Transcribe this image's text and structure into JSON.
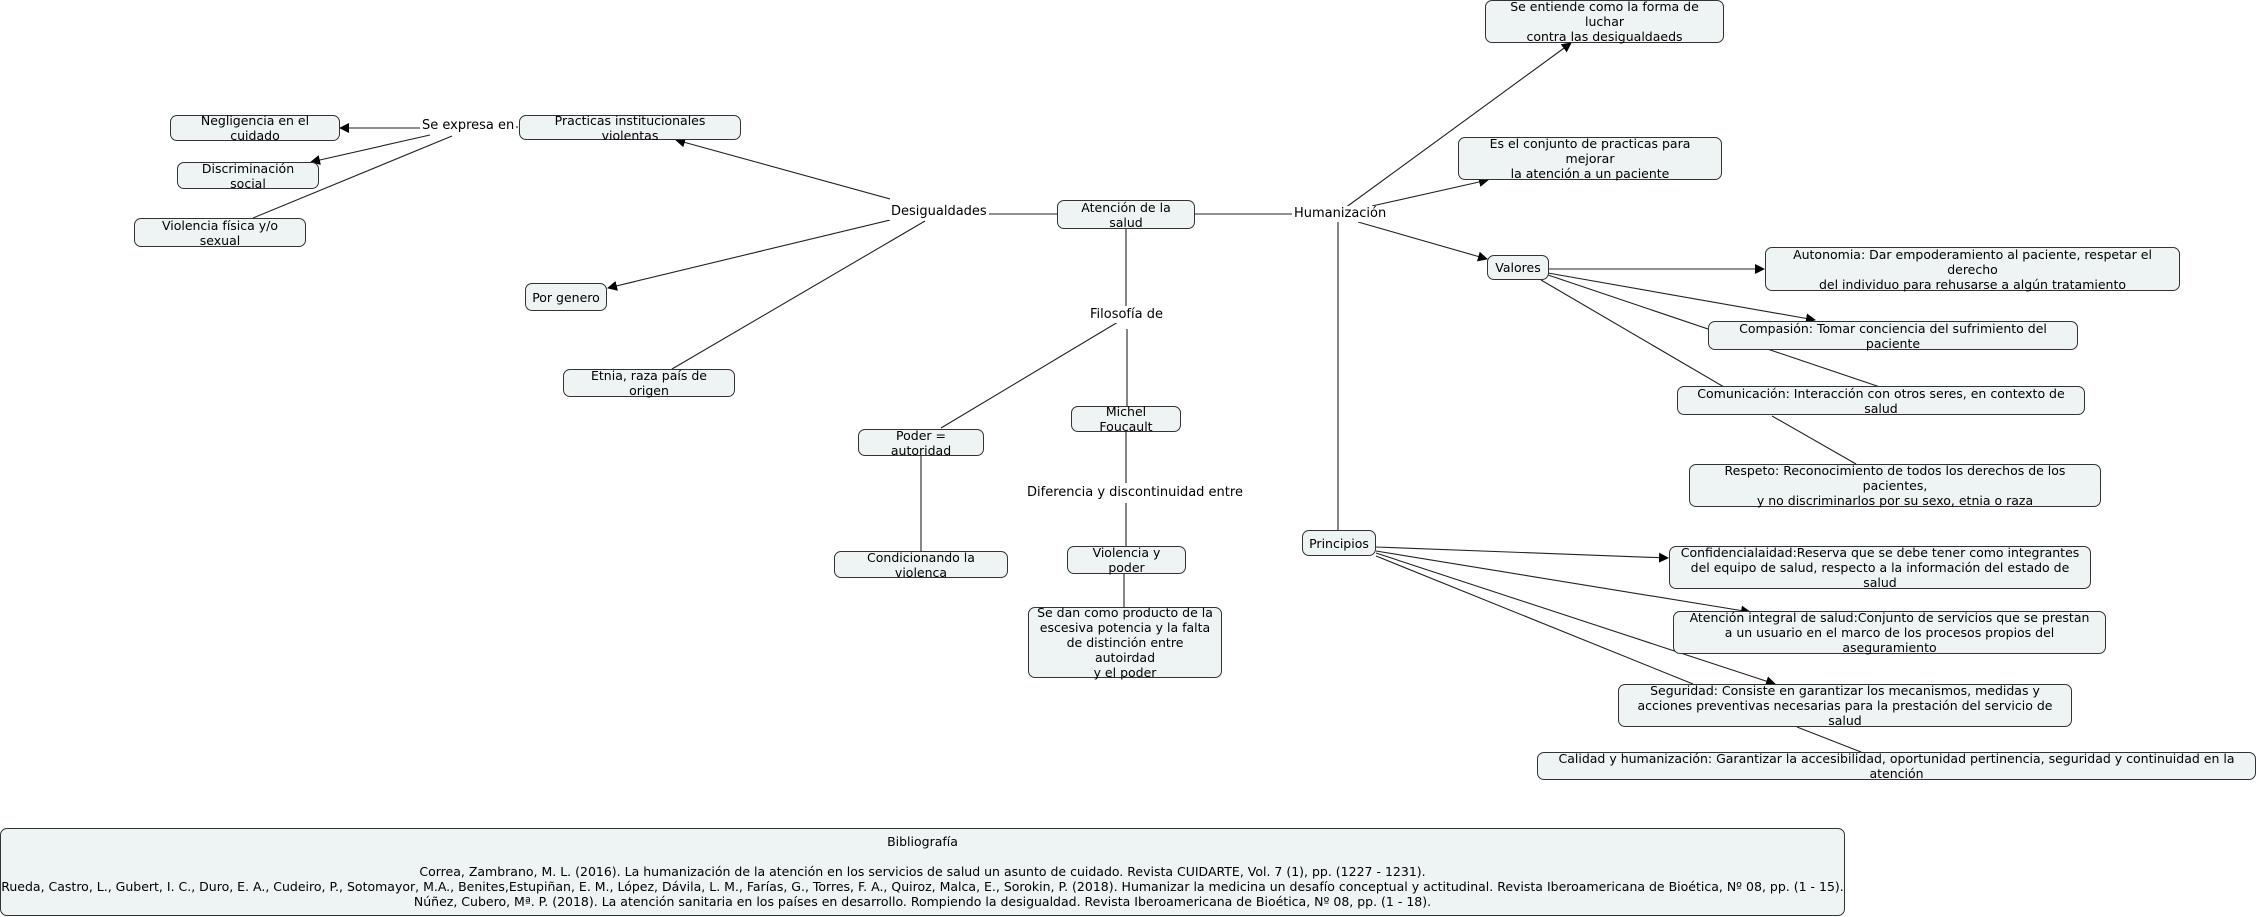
{
  "nodes": {
    "atencion": "Atención de la salud",
    "luchar": "Se entiende como la forma de luchar\ncontra las desigualdaeds",
    "practicas_mejorar": "Es el conjunto de practicas para mejorar\nla atención a un paciente",
    "valores": "Valores",
    "autonomia": "Autonomia: Dar empoderamiento al paciente, respetar el derecho\ndel individuo para rehusarse a algún tratamiento",
    "compasion": "Compasión: Tomar conciencia del sufrimiento del paciente",
    "comunicacion": "Comunicación: Interacción con otros seres, en contexto de salud",
    "respeto": "Respeto: Reconocimiento de todos los derechos de los pacientes,\ny no discriminarlos por su sexo, etnia o raza",
    "principios": "Principios",
    "confidencialidad": "Confidencialaidad:Reserva que se debe tener como integrantes\ndel equipo de salud, respecto a la información del estado de salud",
    "atencion_integral": "Atención integral de salud:Conjunto de servicios que se prestan\na un usuario en el marco de los procesos propios del aseguramiento",
    "seguridad": "Seguridad: Consiste en garantizar los mecanismos, medidas y\nacciones preventivas necesarias para la prestación del servicio de salud",
    "calidad": "Calidad y humanización: Garantizar la accesibilidad, oportunidad pertinencia, seguridad y continuidad en la atención",
    "practicas_violentas": "Practicas institucionales violentas",
    "negligencia": "Negligencia en el cuidado",
    "discriminacion": "Discriminación social",
    "violencia_fisica": "Violencia física y/o sexual",
    "por_genero": "Por genero",
    "etnia": "Etnia, raza país de origen",
    "poder_autoridad": "Poder = autoridad",
    "condicionando": "Condicionando la violenca",
    "foucault": "Michel Foucault",
    "violencia_poder": "Violencia y poder",
    "producto": "Se dan como producto de la\nescesiva potencia y la falta\nde distinción entre autoirdad\ny el poder"
  },
  "links": {
    "humanizacion": "Humanización",
    "desigualdades": "Desigualdades",
    "se_expresa": "Se expresa en",
    "filosofia": "Filosofía de",
    "diferencia": "Diferencia y discontinuidad entre"
  },
  "bibliography": {
    "title": "Bibliografía",
    "refs": [
      "Correa, Zambrano, M. L. (2016). La humanización de la atención en los servicios de salud un asunto de cuidado. Revista CUIDARTE, Vol. 7 (1), pp. (1227 - 1231).",
      "Rueda, Castro, L., Gubert, I. C., Duro, E. A., Cudeiro, P., Sotomayor, M.A., Benites,Estupiñan, E. M., López, Dávila, L. M., Farías, G., Torres, F. A., Quiroz, Malca, E., Sorokin, P. (2018). Humanizar la medicina un desafío conceptual y actitudinal. Revista Iberoamericana de Bioética, Nº 08, pp. (1 - 15).",
      "Núñez, Cubero, Mª. P. (2018). La atención sanitaria en los países en desarrollo. Rompiendo la desigualdad. Revista Iberoamericana de Bioética,  Nº 08, pp. (1 - 18)."
    ]
  }
}
